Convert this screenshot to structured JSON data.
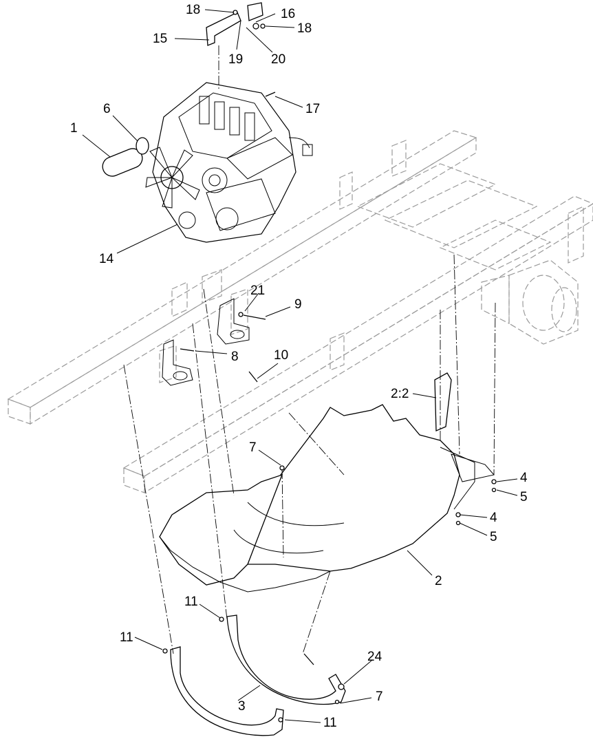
{
  "diagram": {
    "callouts": [
      {
        "id": "c1",
        "text": "1"
      },
      {
        "id": "c6",
        "text": "6"
      },
      {
        "id": "c14",
        "text": "14"
      },
      {
        "id": "c15",
        "text": "15"
      },
      {
        "id": "c16",
        "text": "16"
      },
      {
        "id": "c17",
        "text": "17"
      },
      {
        "id": "c18a",
        "text": "18"
      },
      {
        "id": "c18b",
        "text": "18"
      },
      {
        "id": "c19",
        "text": "19"
      },
      {
        "id": "c20",
        "text": "20"
      },
      {
        "id": "c21",
        "text": "21"
      },
      {
        "id": "c9",
        "text": "9"
      },
      {
        "id": "c8",
        "text": "8"
      },
      {
        "id": "c10",
        "text": "10"
      },
      {
        "id": "c22",
        "text": "2:2"
      },
      {
        "id": "c7a",
        "text": "7"
      },
      {
        "id": "c4a",
        "text": "4"
      },
      {
        "id": "c5a",
        "text": "5"
      },
      {
        "id": "c4b",
        "text": "4"
      },
      {
        "id": "c5b",
        "text": "5"
      },
      {
        "id": "c2",
        "text": "2"
      },
      {
        "id": "c11a",
        "text": "11"
      },
      {
        "id": "c11b",
        "text": "11"
      },
      {
        "id": "c24",
        "text": "24"
      },
      {
        "id": "c7b",
        "text": "7"
      },
      {
        "id": "c3",
        "text": "3"
      },
      {
        "id": "c11c",
        "text": "11"
      }
    ]
  }
}
